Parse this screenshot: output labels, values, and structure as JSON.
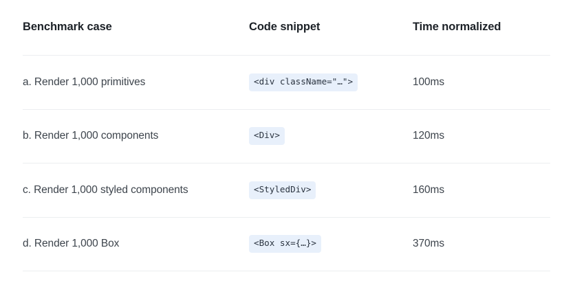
{
  "table": {
    "columns": [
      {
        "key": "case",
        "label": "Benchmark case"
      },
      {
        "key": "snippet",
        "label": "Code snippet"
      },
      {
        "key": "time",
        "label": "Time normalized"
      }
    ],
    "rows": [
      {
        "case": "a. Render 1,000 primitives",
        "snippet": "<div className=\"…\">",
        "time": "100ms"
      },
      {
        "case": "b. Render 1,000 components",
        "snippet": "<Div>",
        "time": "120ms"
      },
      {
        "case": "c. Render 1,000 styled components",
        "snippet": "<StyledDiv>",
        "time": "160ms"
      },
      {
        "case": "d. Render 1,000 Box",
        "snippet": "<Box sx={…}>",
        "time": "370ms"
      }
    ]
  },
  "chart_data": {
    "type": "table",
    "title": "",
    "categories": [
      "a. Render 1,000 primitives",
      "b. Render 1,000 components",
      "c. Render 1,000 styled components",
      "d. Render 1,000 Box"
    ],
    "values": [
      100,
      120,
      160,
      370
    ],
    "ylabel": "Time normalized",
    "unit": "ms",
    "snippets": [
      "<div className=\"…\">",
      "<Div>",
      "<StyledDiv>",
      "<Box sx={…}>"
    ]
  },
  "colors": {
    "page_background": "#ffffff",
    "header_text": "#1c2127",
    "body_text": "#3d444c",
    "divider": "#eceef0",
    "code_chip_background": "#e8f0fb",
    "code_chip_text": "#2b3440"
  }
}
